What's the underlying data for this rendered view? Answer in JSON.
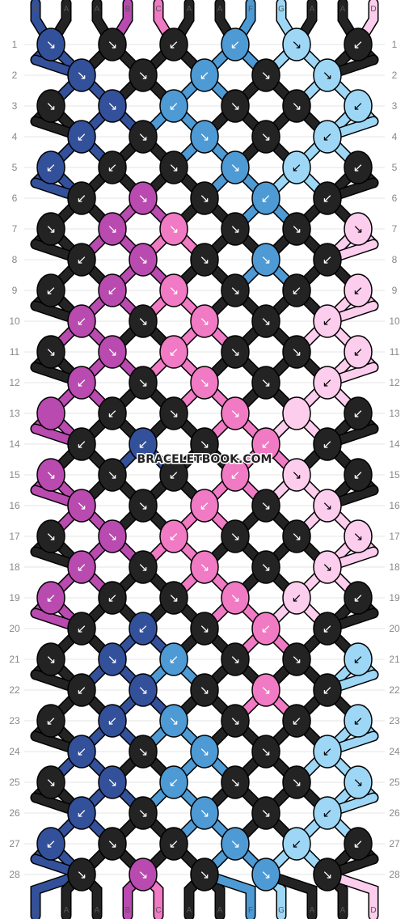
{
  "watermark": "BRACELETBOOK.COM",
  "palette": {
    "E": "#33509a",
    "A": "#232323",
    "B": "#b94aaf",
    "C": "#f07ac3",
    "F": "#4d9ad4",
    "G": "#9dd7f5",
    "D": "#fccdec"
  },
  "columns": [
    "E",
    "A",
    "A",
    "B",
    "C",
    "A",
    "A",
    "F",
    "G",
    "A",
    "A",
    "D"
  ],
  "pattern": {
    "rows": 28,
    "knots": [
      [
        {
          "c": "E",
          "d": "↘"
        },
        {
          "c": "A",
          "d": "↘"
        },
        {
          "c": "A",
          "d": "↙"
        },
        {
          "c": "F",
          "d": "↙"
        },
        {
          "c": "G",
          "d": "↘"
        },
        {
          "c": "A",
          "d": "↙"
        }
      ],
      [
        {
          "c": "E",
          "d": "↘"
        },
        {
          "c": "A",
          "d": "↘"
        },
        {
          "c": "F",
          "d": "↙"
        },
        {
          "c": "A",
          "d": "↘"
        },
        {
          "c": "G",
          "d": "↘"
        }
      ],
      [
        {
          "c": "A",
          "d": "↘"
        },
        {
          "c": "E",
          "d": "↘"
        },
        {
          "c": "F",
          "d": "↙"
        },
        {
          "c": "A",
          "d": "↘"
        },
        {
          "c": "A",
          "d": "↘"
        },
        {
          "c": "G",
          "d": "↙"
        }
      ],
      [
        {
          "c": "E",
          "d": "↙"
        },
        {
          "c": "A",
          "d": "↘"
        },
        {
          "c": "F",
          "d": "↘"
        },
        {
          "c": "A",
          "d": "↘"
        },
        {
          "c": "G",
          "d": "↙"
        }
      ],
      [
        {
          "c": "E",
          "d": "↙"
        },
        {
          "c": "A",
          "d": "↙"
        },
        {
          "c": "A",
          "d": "↘"
        },
        {
          "c": "F",
          "d": "↘"
        },
        {
          "c": "G",
          "d": "↙"
        },
        {
          "c": "A",
          "d": "↙"
        }
      ],
      [
        {
          "c": "A",
          "d": "↙"
        },
        {
          "c": "B",
          "d": "↘"
        },
        {
          "c": "A",
          "d": "↘"
        },
        {
          "c": "F",
          "d": "↙"
        },
        {
          "c": "A",
          "d": "↙"
        }
      ],
      [
        {
          "c": "A",
          "d": "↘"
        },
        {
          "c": "B",
          "d": "↘"
        },
        {
          "c": "C",
          "d": "↘"
        },
        {
          "c": "A",
          "d": "↘"
        },
        {
          "c": "A",
          "d": "↘"
        },
        {
          "c": "D",
          "d": "↘"
        }
      ],
      [
        {
          "c": "A",
          "d": "↙"
        },
        {
          "c": "B",
          "d": "↘"
        },
        {
          "c": "A",
          "d": "↘"
        },
        {
          "c": "F",
          "d": "↘"
        },
        {
          "c": "A",
          "d": "↙"
        }
      ],
      [
        {
          "c": "A",
          "d": "↙"
        },
        {
          "c": "B",
          "d": "↙"
        },
        {
          "c": "C",
          "d": "↘"
        },
        {
          "c": "A",
          "d": "↘"
        },
        {
          "c": "A",
          "d": "↙"
        },
        {
          "c": "D",
          "d": "↙"
        }
      ],
      [
        {
          "c": "B",
          "d": "↙"
        },
        {
          "c": "A",
          "d": "↘"
        },
        {
          "c": "C",
          "d": "↘"
        },
        {
          "c": "A",
          "d": "↘"
        },
        {
          "c": "D",
          "d": "↙"
        }
      ],
      [
        {
          "c": "A",
          "d": "↘"
        },
        {
          "c": "B",
          "d": "↘"
        },
        {
          "c": "C",
          "d": "↙"
        },
        {
          "c": "A",
          "d": "↘"
        },
        {
          "c": "A",
          "d": "↘"
        },
        {
          "c": "D",
          "d": "↙"
        }
      ],
      [
        {
          "c": "B",
          "d": "↙"
        },
        {
          "c": "A",
          "d": "↘"
        },
        {
          "c": "C",
          "d": "↘"
        },
        {
          "c": "A",
          "d": "↘"
        },
        {
          "c": "D",
          "d": "↙"
        }
      ],
      [
        {
          "c": "B",
          "d": ""
        },
        {
          "c": "A",
          "d": "↙"
        },
        {
          "c": "A",
          "d": "↘"
        },
        {
          "c": "C",
          "d": "↘"
        },
        {
          "c": "D",
          "d": ""
        },
        {
          "c": "A",
          "d": "↙"
        }
      ],
      [
        {
          "c": "A",
          "d": "↙"
        },
        {
          "c": "E",
          "d": "↙"
        },
        {
          "c": "A",
          "d": "↘"
        },
        {
          "c": "C",
          "d": "↙"
        },
        {
          "c": "A",
          "d": "↙"
        }
      ],
      [
        {
          "c": "B",
          "d": "↘"
        },
        {
          "c": "A",
          "d": "↘"
        },
        {
          "c": "A",
          "d": "↙"
        },
        {
          "c": "C",
          "d": "↙"
        },
        {
          "c": "D",
          "d": "↘"
        },
        {
          "c": "A",
          "d": "↙"
        }
      ],
      [
        {
          "c": "B",
          "d": "↘"
        },
        {
          "c": "A",
          "d": "↘"
        },
        {
          "c": "C",
          "d": "↙"
        },
        {
          "c": "A",
          "d": "↘"
        },
        {
          "c": "D",
          "d": "↘"
        }
      ],
      [
        {
          "c": "A",
          "d": "↘"
        },
        {
          "c": "B",
          "d": "↘"
        },
        {
          "c": "C",
          "d": "↙"
        },
        {
          "c": "A",
          "d": "↘"
        },
        {
          "c": "A",
          "d": "↘"
        },
        {
          "c": "D",
          "d": "↘"
        }
      ],
      [
        {
          "c": "B",
          "d": "↙"
        },
        {
          "c": "A",
          "d": "↘"
        },
        {
          "c": "C",
          "d": "↘"
        },
        {
          "c": "A",
          "d": "↘"
        },
        {
          "c": "D",
          "d": "↘"
        }
      ],
      [
        {
          "c": "B",
          "d": "↙"
        },
        {
          "c": "A",
          "d": "↙"
        },
        {
          "c": "A",
          "d": "↘"
        },
        {
          "c": "C",
          "d": "↘"
        },
        {
          "c": "D",
          "d": "↙"
        },
        {
          "c": "A",
          "d": "↙"
        }
      ],
      [
        {
          "c": "A",
          "d": "↙"
        },
        {
          "c": "E",
          "d": "↙"
        },
        {
          "c": "A",
          "d": "↘"
        },
        {
          "c": "C",
          "d": "↙"
        },
        {
          "c": "A",
          "d": "↙"
        }
      ],
      [
        {
          "c": "A",
          "d": "↘"
        },
        {
          "c": "E",
          "d": "↘"
        },
        {
          "c": "F",
          "d": "↙"
        },
        {
          "c": "A",
          "d": "↘"
        },
        {
          "c": "A",
          "d": "↘"
        },
        {
          "c": "G",
          "d": "↙"
        }
      ],
      [
        {
          "c": "A",
          "d": "↙"
        },
        {
          "c": "E",
          "d": "↘"
        },
        {
          "c": "A",
          "d": "↘"
        },
        {
          "c": "C",
          "d": "↘"
        },
        {
          "c": "A",
          "d": "↙"
        }
      ],
      [
        {
          "c": "A",
          "d": "↙"
        },
        {
          "c": "E",
          "d": "↙"
        },
        {
          "c": "F",
          "d": "↘"
        },
        {
          "c": "A",
          "d": "↘"
        },
        {
          "c": "A",
          "d": "↙"
        },
        {
          "c": "G",
          "d": "↙"
        }
      ],
      [
        {
          "c": "E",
          "d": "↙"
        },
        {
          "c": "A",
          "d": "↘"
        },
        {
          "c": "F",
          "d": "↘"
        },
        {
          "c": "A",
          "d": "↘"
        },
        {
          "c": "G",
          "d": "↙"
        }
      ],
      [
        {
          "c": "A",
          "d": "↘"
        },
        {
          "c": "E",
          "d": "↘"
        },
        {
          "c": "F",
          "d": "↙"
        },
        {
          "c": "A",
          "d": "↘"
        },
        {
          "c": "A",
          "d": "↘"
        },
        {
          "c": "G",
          "d": "↘"
        }
      ],
      [
        {
          "c": "E",
          "d": "↙"
        },
        {
          "c": "A",
          "d": "↘"
        },
        {
          "c": "F",
          "d": "↘"
        },
        {
          "c": "A",
          "d": "↘"
        },
        {
          "c": "G",
          "d": "↙"
        }
      ],
      [
        {
          "c": "E",
          "d": "↙"
        },
        {
          "c": "A",
          "d": "↘"
        },
        {
          "c": "A",
          "d": "↙"
        },
        {
          "c": "F",
          "d": "↘"
        },
        {
          "c": "G",
          "d": "↙"
        },
        {
          "c": "A",
          "d": "↙"
        }
      ],
      [
        {
          "c": "A",
          "d": "↘"
        },
        {
          "c": "B",
          "d": "↘"
        },
        {
          "c": "A",
          "d": "↘"
        },
        {
          "c": "F",
          "d": "↘"
        },
        {
          "c": "A",
          "d": "↘"
        }
      ]
    ]
  }
}
